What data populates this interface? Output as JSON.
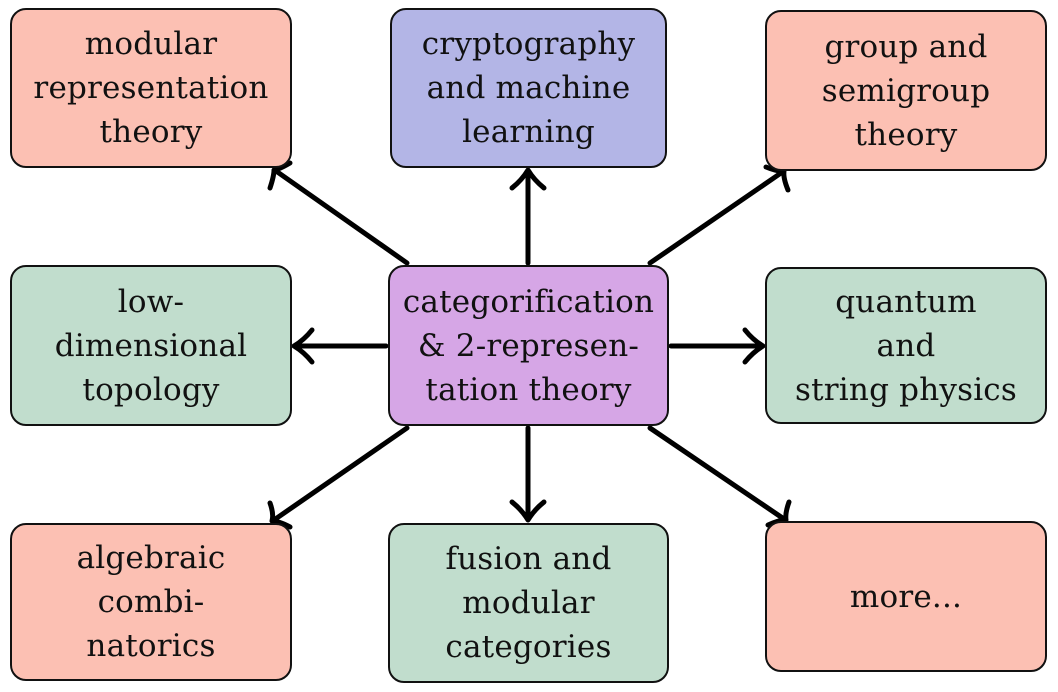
{
  "nodes": {
    "modular_rep": {
      "label": "modular\nrepresentation\ntheory",
      "color": "#fcc0b3"
    },
    "crypto": {
      "label": "cryptography\nand machine\nlearning",
      "color": "#b3b5e6"
    },
    "group": {
      "label": "group and\nsemigroup\ntheory",
      "color": "#fcc0b3"
    },
    "lowdim": {
      "label": "low-\ndimensional\ntopology",
      "color": "#c1ddcd"
    },
    "center": {
      "label": "categorification\n& 2-represen-\ntation theory",
      "color": "#d6a6e6"
    },
    "quantum": {
      "label": "quantum\nand\nstring physics",
      "color": "#c1ddcd"
    },
    "algebraic": {
      "label": "algebraic\ncombi-\nnatorics",
      "color": "#fcc0b3"
    },
    "fusion": {
      "label": "fusion and\nmodular\ncategories",
      "color": "#c1ddcd"
    },
    "more": {
      "label": "more...",
      "color": "#fcc0b3"
    }
  },
  "edges": [
    {
      "from": "center",
      "to": "modular_rep"
    },
    {
      "from": "center",
      "to": "crypto"
    },
    {
      "from": "center",
      "to": "group"
    },
    {
      "from": "center",
      "to": "lowdim"
    },
    {
      "from": "center",
      "to": "quantum"
    },
    {
      "from": "center",
      "to": "algebraic"
    },
    {
      "from": "center",
      "to": "fusion"
    },
    {
      "from": "center",
      "to": "more"
    }
  ]
}
